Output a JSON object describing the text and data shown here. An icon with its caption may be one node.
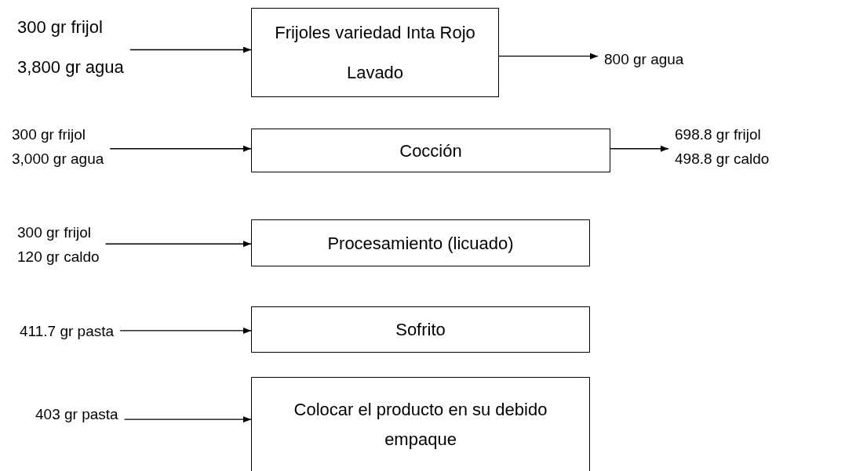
{
  "diagram": {
    "nodes": [
      {
        "text": [
          "300 gr frijol",
          "3,800 gr agua"
        ]
      },
      {
        "text": [
          "Frijoles variedad Inta Rojo",
          "Lavado"
        ]
      },
      {
        "text": [
          "800 gr agua"
        ]
      },
      {
        "text": [
          "300 gr frijol",
          "3,000 gr agua"
        ]
      },
      {
        "text": [
          "Cocción"
        ]
      },
      {
        "text": [
          "698.8 gr frijol",
          "498.8 gr caldo"
        ]
      },
      {
        "text": [
          "300 gr frijol",
          "120 gr caldo"
        ]
      },
      {
        "text": [
          "Procesamiento (licuado)"
        ]
      },
      {
        "text": [
          "411.7 gr pasta"
        ]
      },
      {
        "text": [
          "Sofrito"
        ]
      },
      {
        "text": [
          "403 gr pasta"
        ]
      },
      {
        "text": [
          "Colocar el producto en su debido empaque"
        ]
      }
    ],
    "edges": [
      {
        "from": 0,
        "to": 1,
        "arrow": "to"
      },
      {
        "from": 1,
        "to": 2,
        "arrow": "to"
      },
      {
        "from": 3,
        "to": 4,
        "arrow": "to"
      },
      {
        "from": 4,
        "to": 5,
        "arrow": "to"
      },
      {
        "from": 6,
        "to": 7,
        "arrow": "to"
      },
      {
        "from": 8,
        "to": 9,
        "arrow": "to"
      },
      {
        "from": 10,
        "to": 11,
        "arrow": "to"
      }
    ]
  }
}
